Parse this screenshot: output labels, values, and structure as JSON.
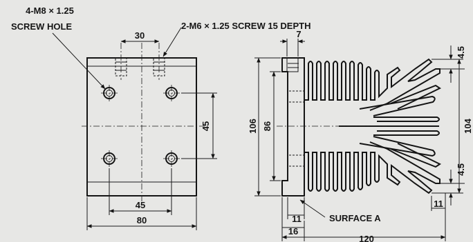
{
  "labels": {
    "screw_hole_line1": "4-M8 × 1.25",
    "screw_hole_line2": "SCREW HOLE",
    "screw_depth": "2-M6 × 1.25 SCREW 15 DEPTH",
    "surface": "SURFACE A"
  },
  "dimensions": {
    "top_spacing": "30",
    "right_vertical": "45",
    "bottom_spacing": "45",
    "overall_width": "80",
    "top_offset": "7",
    "overall_height": "106",
    "inner_height": "86",
    "fin_height": "104",
    "top_gap": "4.5",
    "bottom_gap": "4.5",
    "base_thickness": "11",
    "right_foot": "11",
    "flange_width": "16",
    "total_width": "120"
  },
  "colors": {
    "line": "#141414",
    "background": "#e7e7e5"
  }
}
